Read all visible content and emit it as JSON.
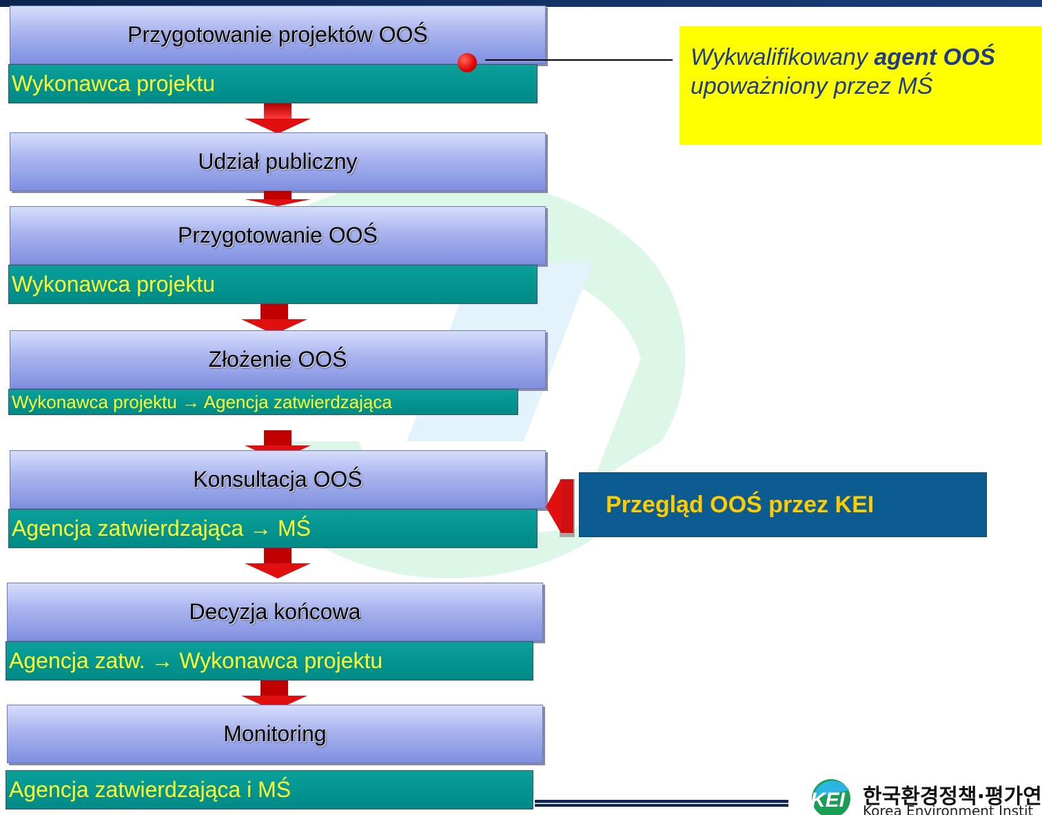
{
  "flow": {
    "steps": [
      {
        "title": "Przygotowanie projektów OOŚ",
        "actor": "Wykonawca projektu"
      },
      {
        "title": "Udział publiczny",
        "actor": ""
      },
      {
        "title": "Przygotowanie OOŚ",
        "actor": "Wykonawca projektu"
      },
      {
        "title": "Złożenie OOŚ",
        "actor": "Wykonawca projektu → Agencja zatwierdzająca"
      },
      {
        "title": "Konsultacja OOŚ",
        "actor": "Agencja zatwierdzająca → MŚ"
      },
      {
        "title": "Decyzja końcowa",
        "actor": "Agencja zatw. → Wykonawca projektu"
      },
      {
        "title": "Monitoring",
        "actor": "Agencja zatwierdzająca i MŚ"
      }
    ]
  },
  "callout": {
    "part1": "Wykwalifikowany ",
    "bold1": "agent OOŚ",
    "part2": " upoważniony przez MŚ"
  },
  "review": {
    "label": "Przegląd OOŚ przez KEI"
  },
  "footer": {
    "logo_text": "KEI",
    "korean_name": "한국환경정책·평가연구",
    "english_name": "Korea Environment Instit"
  },
  "colors": {
    "step_box": "#a9b4ee",
    "actor_bar": "#009590",
    "actor_text": "#ffff2e",
    "arrow": "#e01010",
    "callout_bg": "#ffff00",
    "review_bg": "#0d5c91",
    "review_text": "#ffcc00"
  }
}
